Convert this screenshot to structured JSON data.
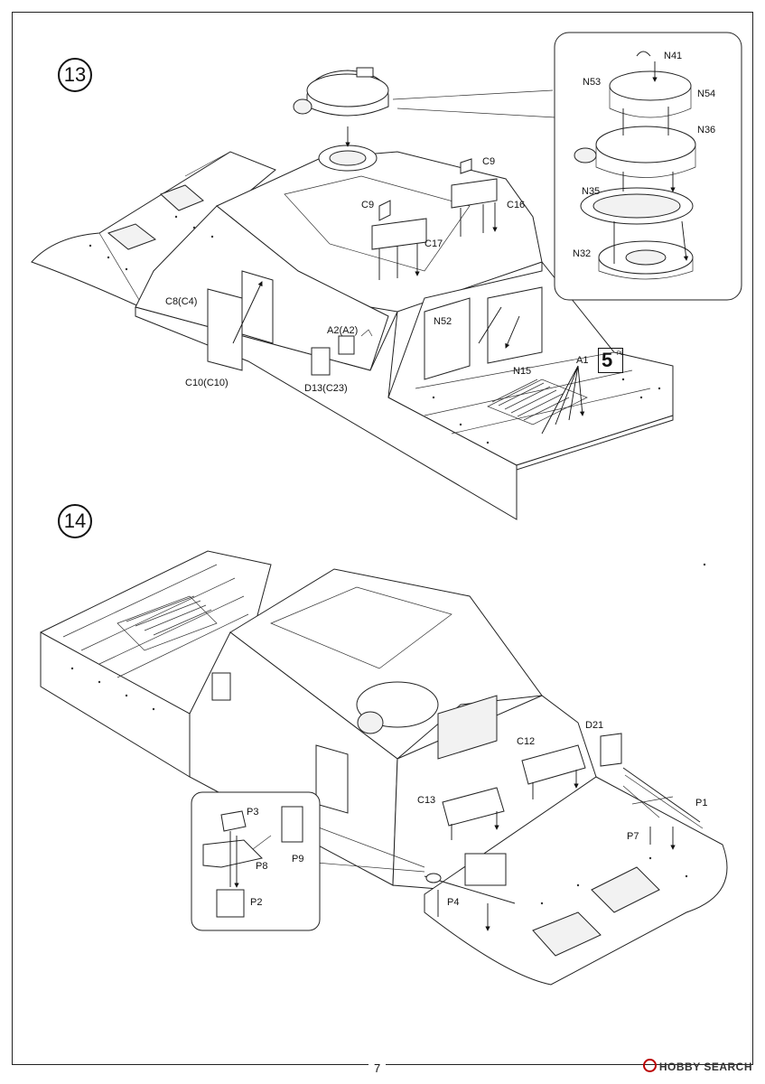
{
  "page": {
    "number": "7"
  },
  "watermark": {
    "text": "HOBBY SEARCH"
  },
  "step13": {
    "number": "13",
    "labels": {
      "c8": "C8(C4)",
      "c10": "C10(C10)",
      "a2": "A2(A2)",
      "d13": "D13(C23)",
      "c9a": "C9",
      "c9b": "C9",
      "c16": "C16",
      "c17": "C17",
      "n52": "N52",
      "n15": "N15",
      "a1": "A1"
    },
    "reference": {
      "number": "5",
      "sub": "P8"
    },
    "inset": {
      "labels": {
        "n41": "N41",
        "n53": "N53",
        "n54": "N54",
        "n36": "N36",
        "n35": "N35",
        "n32": "N32"
      }
    }
  },
  "step14": {
    "number": "14",
    "labels": {
      "d21": "D21",
      "c12": "C12",
      "c13": "C13",
      "p1": "P1",
      "p7": "P7",
      "p4": "P4"
    },
    "inset": {
      "labels": {
        "p3": "P3",
        "p8": "P8",
        "p9": "P9",
        "p2": "P2"
      }
    }
  }
}
